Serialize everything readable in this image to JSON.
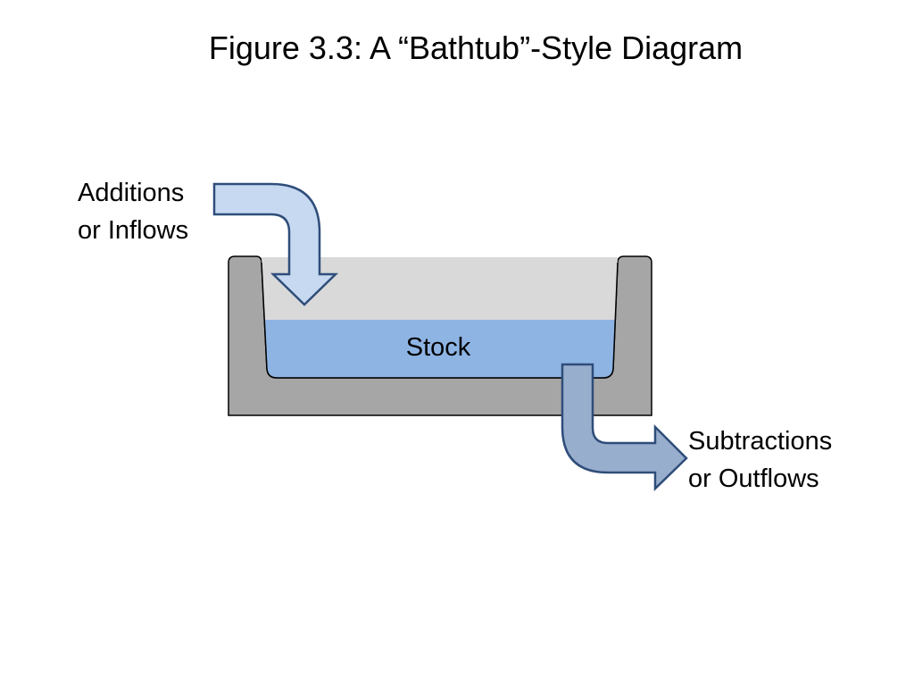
{
  "title": "Figure 3.3: A “Bathtub”-Style Diagram",
  "inflow": {
    "line1": "Additions",
    "line2": "or Inflows"
  },
  "outflow": {
    "line1": "Subtractions",
    "line2": "or Outflows"
  },
  "stock_label": "Stock",
  "colors": {
    "tub_wall": "#a6a6a6",
    "tub_air": "#d9d9d9",
    "water": "#8eb4e3",
    "inflow_arrow": "#c6d9f1",
    "outflow_arrow": "#98aecd",
    "arrow_outline": "#2f4d7a"
  }
}
